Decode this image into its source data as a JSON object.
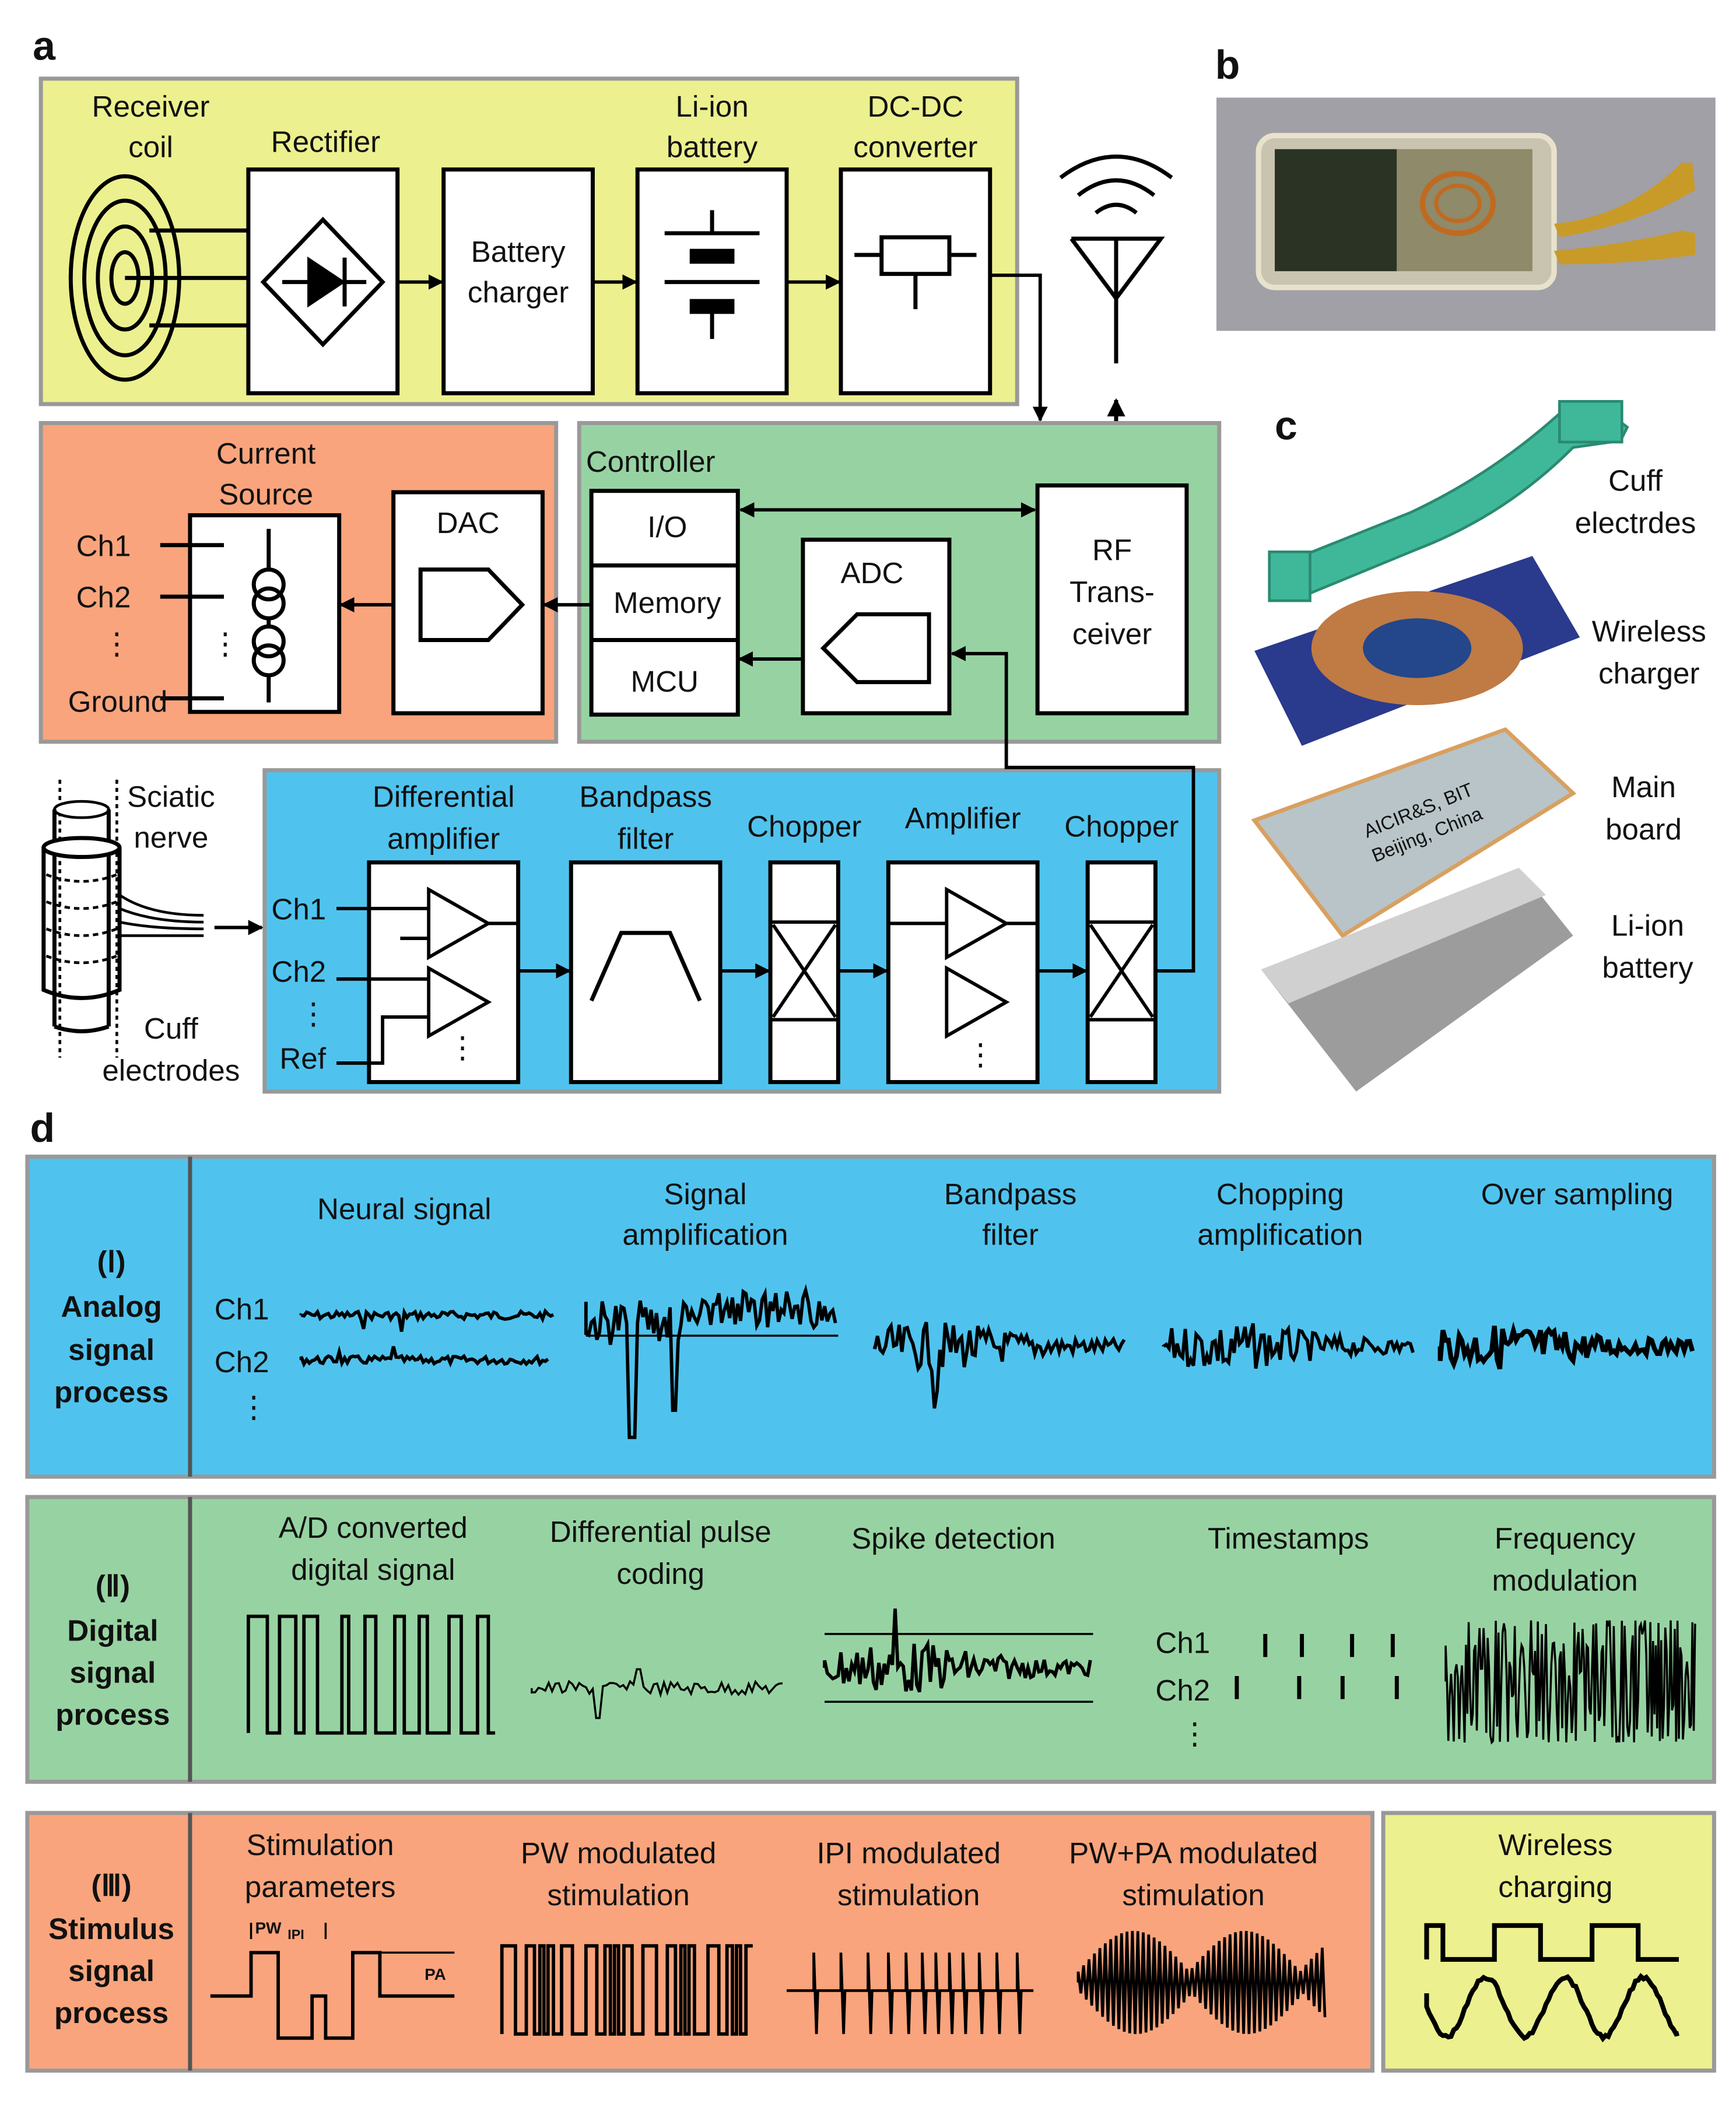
{
  "panel_letters": {
    "a": "a",
    "b": "b",
    "c": "c",
    "d": "d"
  },
  "power": {
    "receiver_coil": [
      "Receiver",
      "coil"
    ],
    "rectifier": "Rectifier",
    "battery_charger": [
      "Battery",
      "charger"
    ],
    "li_ion_battery": [
      "Li-ion",
      "battery"
    ],
    "dcdc": [
      "DC-DC",
      "converter"
    ]
  },
  "stim": {
    "current_source": [
      "Current",
      "Source"
    ],
    "ch1": "Ch1",
    "ch2": "Ch2",
    "dots": "⋮",
    "ground": "Ground",
    "dac": "DAC"
  },
  "controller": {
    "title": "Controller",
    "io": "I/O",
    "memory": "Memory",
    "mcu": "MCU",
    "adc": "ADC",
    "rf": [
      "RF",
      "Trans-",
      "ceiver"
    ]
  },
  "record": {
    "sciatic": [
      "Sciatic",
      "nerve"
    ],
    "cuff": [
      "Cuff",
      "electrodes"
    ],
    "diff_amp": [
      "Differential",
      "amplifier"
    ],
    "bandpass": [
      "Bandpass",
      "filter"
    ],
    "chopper": "Chopper",
    "amplifier": "Amplifier",
    "ch1": "Ch1",
    "ch2": "Ch2",
    "dots": "⋮",
    "ref": "Ref"
  },
  "panel_c": {
    "cuff": [
      "Cuff",
      "electrdes"
    ],
    "wireless": [
      "Wireless",
      "charger"
    ],
    "main": [
      "Main",
      "board"
    ],
    "battery": [
      "Li-ion",
      "battery"
    ],
    "chip_text": [
      "AICIR&S, BIT",
      "Beijing, China"
    ]
  },
  "panel_d": {
    "row1": {
      "label": [
        "(Ⅰ)",
        "Analog",
        "signal",
        "process"
      ],
      "items": [
        [
          "Neural signal"
        ],
        [
          "Signal",
          "amplification"
        ],
        [
          "Bandpass",
          "filter"
        ],
        [
          "Chopping",
          "amplification"
        ],
        [
          "Over sampling"
        ]
      ],
      "ch1": "Ch1",
      "ch2": "Ch2",
      "dots": "⋮"
    },
    "row2": {
      "label": [
        "(Ⅱ)",
        "Digital",
        "signal",
        "process"
      ],
      "items": [
        [
          "A/D converted",
          "digital signal"
        ],
        [
          "Differential pulse",
          "coding"
        ],
        [
          "Spike detection"
        ],
        [
          "Timestamps"
        ],
        [
          "Frequency",
          "modulation"
        ]
      ],
      "ch1": "Ch1",
      "ch2": "Ch2",
      "dots": "⋮"
    },
    "row3": {
      "label": [
        "(Ⅲ)",
        "Stimulus",
        "signal",
        "process"
      ],
      "items": [
        [
          "Stimulation",
          "parameters"
        ],
        [
          "PW modulated",
          "stimulation"
        ],
        [
          "IPI modulated",
          "stimulation"
        ],
        [
          "PW+PA modulated",
          "stimulation"
        ]
      ],
      "pw": "PW",
      "ipi": "IPI",
      "pa": "PA"
    },
    "wireless": [
      "Wireless",
      "charging"
    ]
  },
  "colors": {
    "yellow": "#ecf08e",
    "orange": "#f9a47c",
    "green": "#97d3a2",
    "blue": "#4fc3ee",
    "border": "#9a9a9a"
  }
}
